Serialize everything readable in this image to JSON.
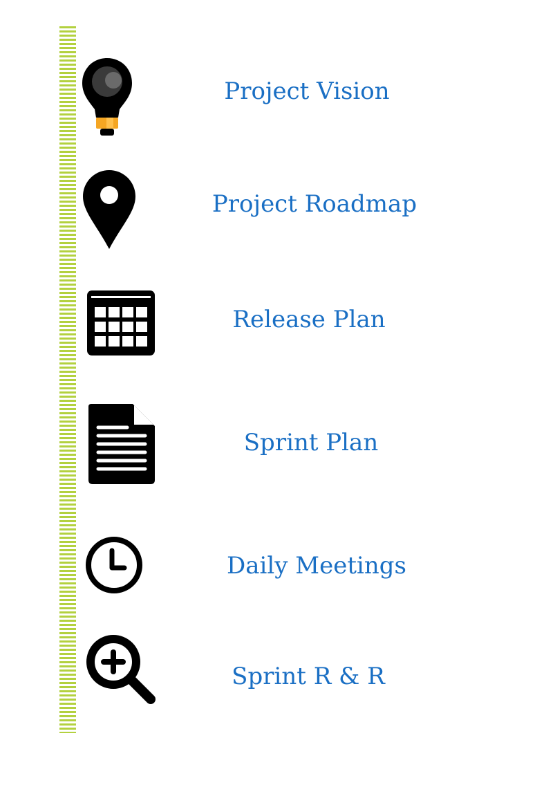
{
  "steps": [
    {
      "label": "Project Vision",
      "icon": "lightbulb-icon"
    },
    {
      "label": "Project Roadmap",
      "icon": "map-pin-icon"
    },
    {
      "label": "Release Plan",
      "icon": "calendar-icon"
    },
    {
      "label": "Sprint Plan",
      "icon": "document-icon"
    },
    {
      "label": "Daily Meetings",
      "icon": "clock-icon"
    },
    {
      "label": "Sprint R & R",
      "icon": "zoom-in-icon"
    }
  ],
  "colors": {
    "label_text": "#1a6fc4",
    "timeline_bar": "#b3d13f",
    "icon_fill": "#000000",
    "bulb_base": "#f5a623"
  }
}
